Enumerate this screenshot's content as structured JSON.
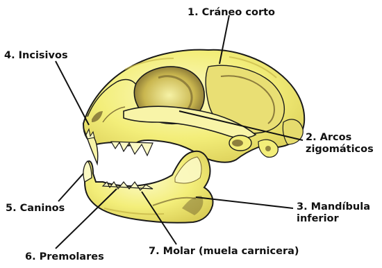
{
  "labels": {
    "craneo": "1. Cráneo corto",
    "arcos_line1": "2. Arcos",
    "arcos_line2": "zigomáticos",
    "mandibula_line1": "3. Mandíbula",
    "mandibula_line2": "inferior",
    "incisivos": "4. Incisivos",
    "caninos": "5. Caninos",
    "premolares": "6. Premolares",
    "molar": "7. Molar (muela carnicera)"
  },
  "colors": {
    "bone_fill": "#f3ee7a",
    "bone_highlight": "#fbf9c4",
    "bone_shadow": "#c8b84a",
    "dark_shade": "#6b5a2a",
    "outline": "#1a1a1a",
    "text": "#111111"
  }
}
